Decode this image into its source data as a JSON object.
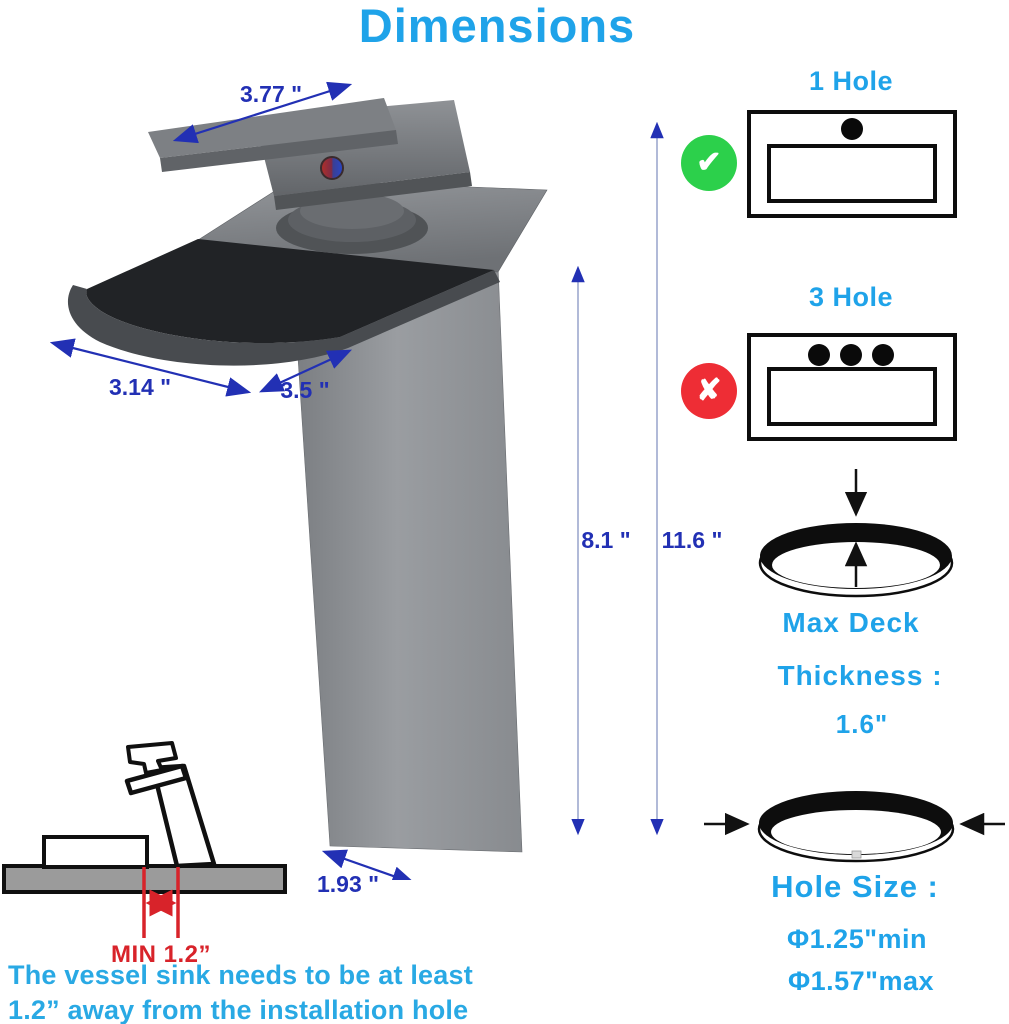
{
  "page": {
    "title": "Dimensions"
  },
  "dimensions": {
    "handle_length": "3.77 \"",
    "spout_length": "3.14 \"",
    "spout_depth": "3.5 \"",
    "spout_height": "8.1 \"",
    "total_height": "11.6 \"",
    "base_depth": "1.93 \""
  },
  "hole_options": {
    "one_hole_label": "1 Hole",
    "three_hole_label": "3 Hole"
  },
  "icons": {
    "check_glyph": "✔",
    "cross_glyph": "✘"
  },
  "max_deck": {
    "title_line1": "Max Deck",
    "title_line2": "Thickness :",
    "value": "1.6\""
  },
  "hole_size": {
    "title": "Hole Size :",
    "min_value": "Φ1.25\"min",
    "max_value": "Φ1.57\"max"
  },
  "install_note": {
    "min_distance": "MIN 1.2”",
    "line1": "The vessel sink needs to be at least",
    "line2": "1.2” away from the installation hole"
  },
  "colors": {
    "accent_blue": "#1fa3e9",
    "dimension_navy": "#2230b4",
    "alert_red": "#d8232a",
    "ok_green": "#2cd04b"
  }
}
